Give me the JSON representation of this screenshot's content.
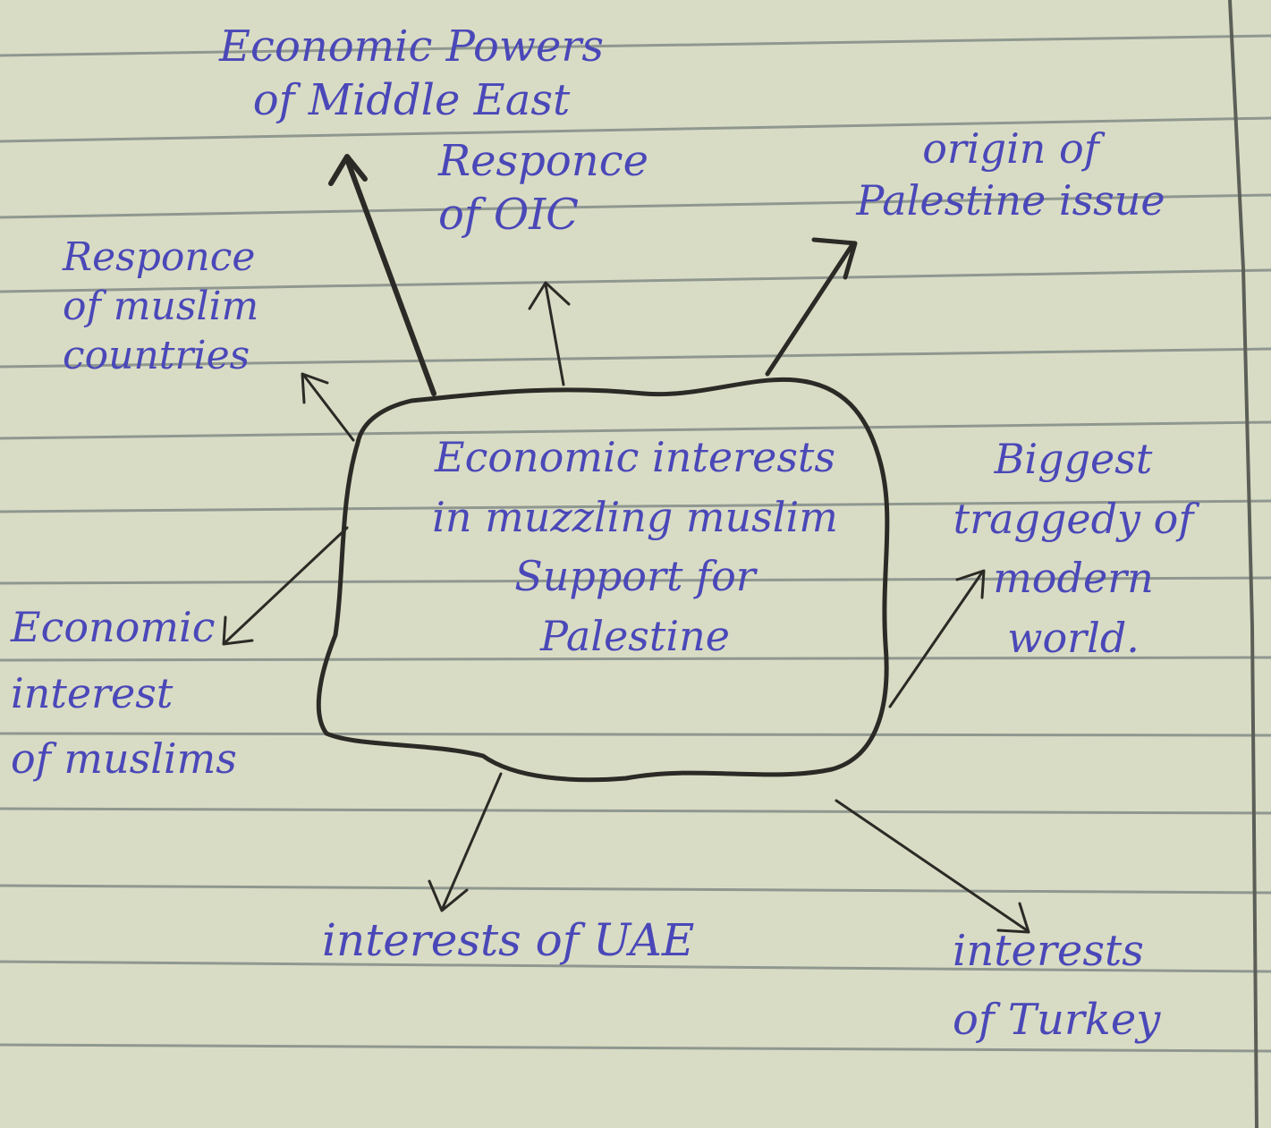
{
  "colors": {
    "paper": "#d9dcc4",
    "rule_line": "#7d8784",
    "ink_blue": "#4a48b8",
    "ink_pencil": "#2c2a26"
  },
  "diagram": {
    "center": {
      "lines": [
        "Economic interests",
        "in muzzling muslim",
        "Support for",
        "Palestine"
      ]
    },
    "nodes": {
      "economic_powers": {
        "lines": [
          "Economic Powers",
          "of Middle East"
        ]
      },
      "response_oic": {
        "lines": [
          "Responce",
          "of OIC"
        ]
      },
      "origin_palestine": {
        "lines": [
          "origin of",
          "Palestine issue"
        ]
      },
      "response_muslim_countries": {
        "lines": [
          "Responce",
          "of muslim",
          "countries"
        ]
      },
      "biggest_tragedy": {
        "lines": [
          "Biggest",
          "traggedy of",
          "modern",
          "world."
        ]
      },
      "economic_interest_muslims": {
        "lines": [
          "Economic",
          "interest",
          "of muslims"
        ]
      },
      "interests_uae": {
        "lines": [
          "interests of UAE"
        ]
      },
      "interests_turkey": {
        "lines": [
          "interests",
          "of Turkey"
        ]
      }
    }
  }
}
